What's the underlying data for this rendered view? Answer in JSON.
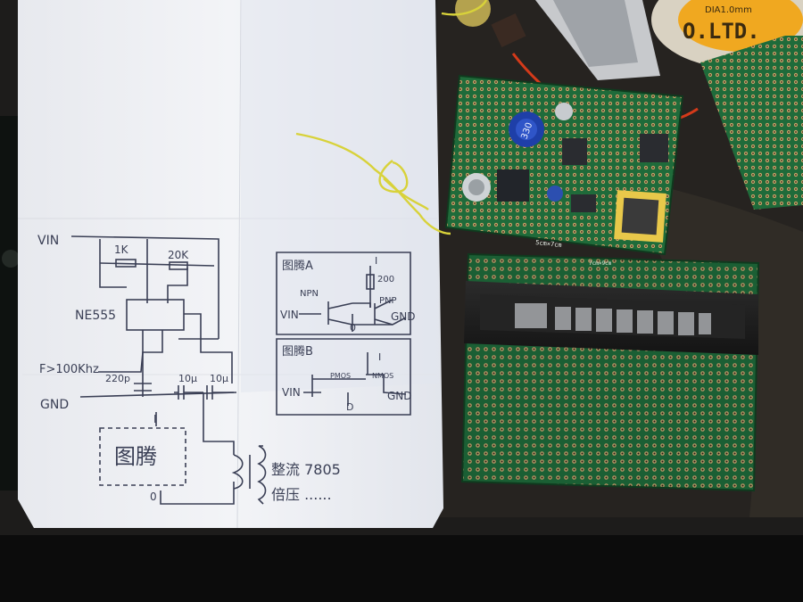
{
  "paper": {
    "vin_label": "VIN",
    "gnd_label": "GND",
    "chip_label": "NE555",
    "resistor_1": "1K",
    "resistor_2": "20K",
    "freq_label": "F>100Khz",
    "cap_220": "220p",
    "cap_10_a": "10μ",
    "cap_10_b": "10μ",
    "box_main": "图腾",
    "node_i": "I",
    "node_o": "0",
    "rectifier_note": "整流 7805",
    "multiplier_note": "倍压 ......",
    "panel_a": {
      "title": "图腾A",
      "r_value": "200",
      "npn": "NPN",
      "pnp": "PNP",
      "vin": "VIN",
      "gnd": "GND",
      "node_i": "I",
      "node_o": "0"
    },
    "panel_b": {
      "title": "图腾B",
      "pmos": "PMOS",
      "nmos": "NMOS",
      "vin": "VIN",
      "gnd": "GND",
      "node_i": "I",
      "node_o": "D"
    }
  },
  "boards": {
    "top_board_size": "5cm×7cm",
    "bottom_board_size": "7cm×9cm",
    "inductor_marking": "330",
    "spool_text": "O.LTD.",
    "spool_text_small": "DIA1.0mm"
  },
  "colors": {
    "paper": "#f4f5f7",
    "pencil": "#3a3f55",
    "pcb_green": "#1f6b3a",
    "wire_yellow": "#d8d23a",
    "wire_red": "#d43a1a"
  }
}
